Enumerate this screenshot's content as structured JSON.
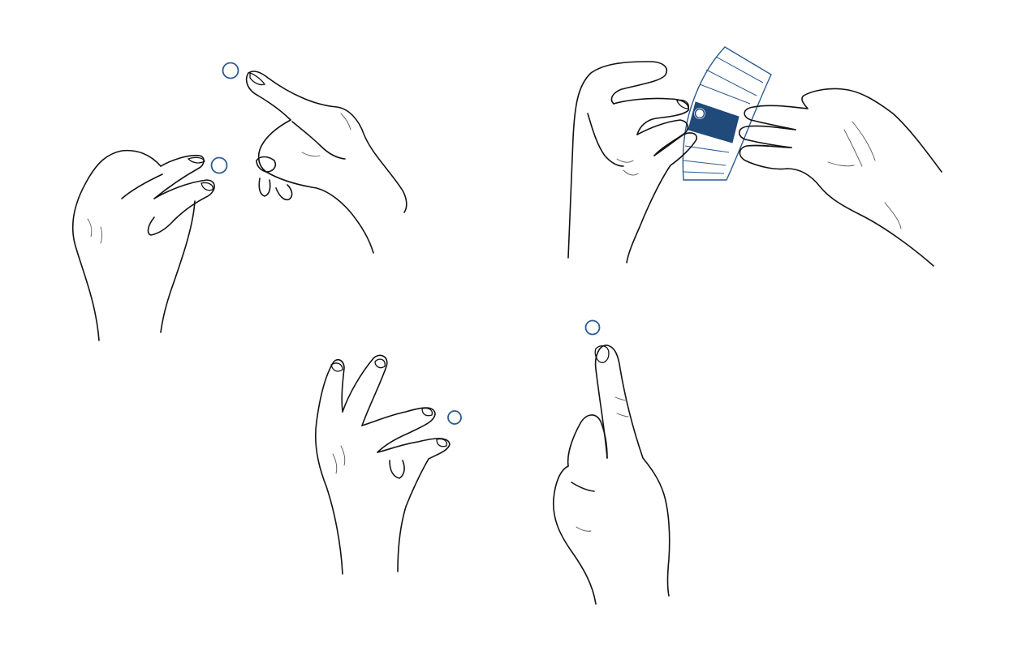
{
  "colors": {
    "accent": "#2b5a8c",
    "accent_fill": "#1f4a7a",
    "ink": "#111111",
    "background": "#ffffff"
  },
  "figure": {
    "panels": [
      {
        "id": "two-hand-pinch",
        "icon": "two-hand-pinch-gesture-icon",
        "touch_points": 2
      },
      {
        "id": "picker-wheel",
        "icon": "picker-wheel-selection-icon",
        "touch_points": 1
      },
      {
        "id": "pinch",
        "icon": "pinch-gesture-icon",
        "touch_points": 1
      },
      {
        "id": "tap",
        "icon": "single-finger-tap-icon",
        "touch_points": 1
      }
    ]
  }
}
